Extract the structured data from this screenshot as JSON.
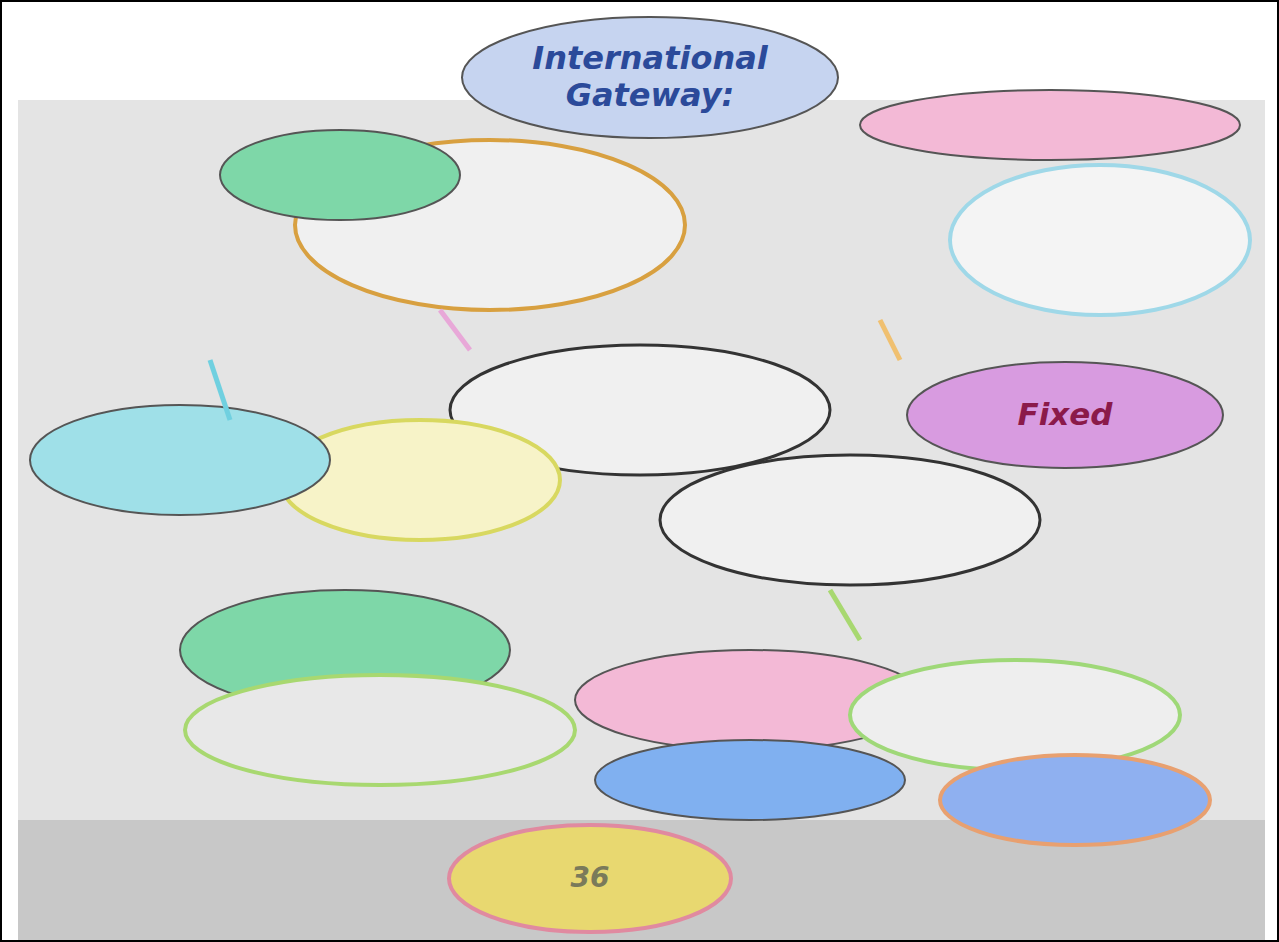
{
  "diagram": {
    "nodes": [
      {
        "text": [
          "International Gateway:"
        ]
      },
      {
        "text": [
          "Fixed"
        ]
      },
      {
        "text": [
          "36"
        ]
      }
    ]
  }
}
